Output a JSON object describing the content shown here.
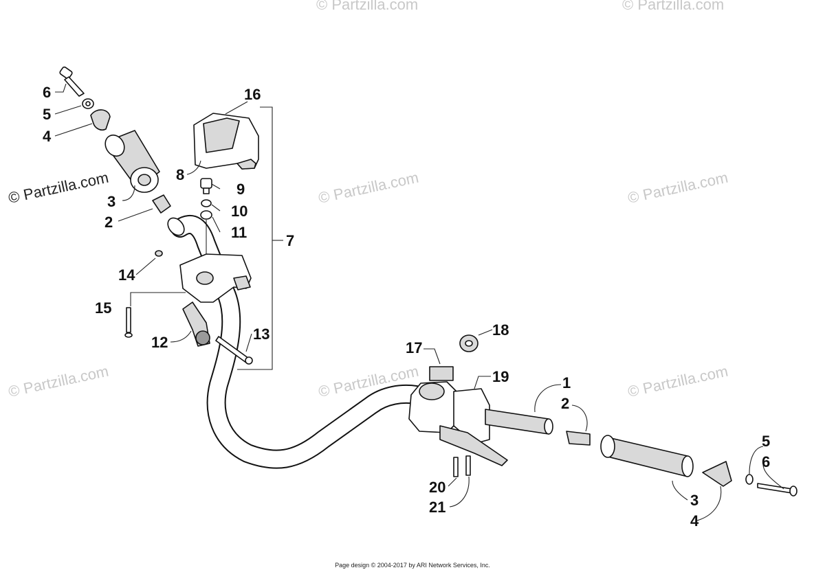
{
  "watermark": {
    "text": "© Partzilla.com"
  },
  "callouts": {
    "c6_left": "6",
    "c5_left": "5",
    "c4_left": "4",
    "c3_left": "3",
    "c2_left": "2",
    "c16": "16",
    "c8": "8",
    "c9": "9",
    "c10": "10",
    "c11": "11",
    "c7": "7",
    "c14": "14",
    "c15": "15",
    "c12": "12",
    "c13": "13",
    "c18": "18",
    "c17": "17",
    "c19": "19",
    "c1": "1",
    "c2_right": "2",
    "c5_right": "5",
    "c6_right": "6",
    "c3_right": "3",
    "c4_right": "4",
    "c20": "20",
    "c21": "21"
  },
  "footer": {
    "text": "Page design © 2004-2017 by ARI Network Services, Inc."
  }
}
